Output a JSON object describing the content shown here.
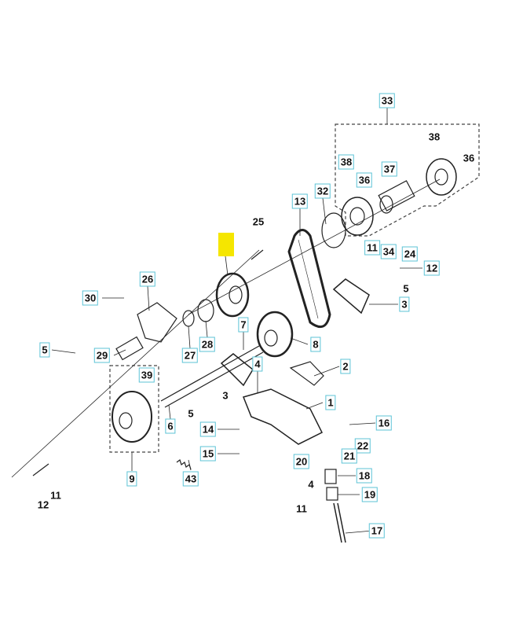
{
  "highlight_color": "#f5e600",
  "callout_box_color": "#5cc3d6",
  "callouts": [
    {
      "text": "33",
      "boxed": true
    },
    {
      "text": "38",
      "boxed": false
    },
    {
      "text": "36",
      "boxed": false
    },
    {
      "text": "38",
      "boxed": true
    },
    {
      "text": "36",
      "boxed": true
    },
    {
      "text": "37",
      "boxed": true
    },
    {
      "text": "32",
      "boxed": true
    },
    {
      "text": "13",
      "boxed": true
    },
    {
      "text": "34",
      "boxed": true
    },
    {
      "text": "24",
      "boxed": true
    },
    {
      "text": "11",
      "boxed": true
    },
    {
      "text": "12",
      "boxed": true
    },
    {
      "text": "5",
      "boxed": false
    },
    {
      "text": "3",
      "boxed": true
    },
    {
      "text": "25",
      "boxed": false
    },
    {
      "text": "26",
      "boxed": true
    },
    {
      "text": "30",
      "boxed": true
    },
    {
      "text": "5",
      "boxed": true
    },
    {
      "text": "29",
      "boxed": true
    },
    {
      "text": "27",
      "boxed": true
    },
    {
      "text": "28",
      "boxed": true
    },
    {
      "text": "7",
      "boxed": true
    },
    {
      "text": "4",
      "boxed": true
    },
    {
      "text": "8",
      "boxed": true
    },
    {
      "text": "2",
      "boxed": true
    },
    {
      "text": "39",
      "boxed": true
    },
    {
      "text": "3",
      "boxed": false
    },
    {
      "text": "1",
      "boxed": true
    },
    {
      "text": "5",
      "boxed": false
    },
    {
      "text": "16",
      "boxed": true
    },
    {
      "text": "6",
      "boxed": true
    },
    {
      "text": "14",
      "boxed": true
    },
    {
      "text": "22",
      "boxed": true
    },
    {
      "text": "21",
      "boxed": true
    },
    {
      "text": "20",
      "boxed": true
    },
    {
      "text": "15",
      "boxed": true
    },
    {
      "text": "18",
      "boxed": true
    },
    {
      "text": "9",
      "boxed": true
    },
    {
      "text": "43",
      "boxed": true
    },
    {
      "text": "4",
      "boxed": false
    },
    {
      "text": "19",
      "boxed": true
    },
    {
      "text": "12",
      "boxed": false
    },
    {
      "text": "11",
      "boxed": false
    },
    {
      "text": "11",
      "boxed": false
    },
    {
      "text": "17",
      "boxed": true
    }
  ]
}
